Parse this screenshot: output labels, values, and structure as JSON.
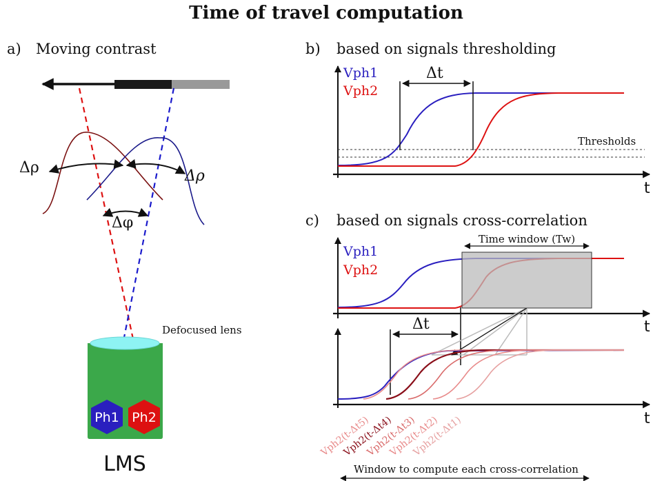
{
  "title": "Time of travel computation",
  "panel_a": {
    "label": "a)",
    "title": "Moving contrast",
    "delta_rho_left": "Δρ",
    "delta_rho_right": "Δρ",
    "delta_phi": "Δφ",
    "lens_label": "Defocused lens",
    "ph1": "Ph1",
    "ph2": "Ph2",
    "device": "LMS"
  },
  "panel_b": {
    "label": "b)",
    "title": "based on signals thresholding",
    "vph1": "Vph1",
    "vph2": "Vph2",
    "delta_t": "Δt",
    "thresholds": "Thresholds",
    "t_axis": "t"
  },
  "panel_c": {
    "label": "c)",
    "title": "based on signals cross-correlation",
    "vph1": "Vph1",
    "vph2": "Vph2",
    "time_window": "Time window (Tw)",
    "delta_t": "Δt",
    "t_axis_top": "t",
    "t_axis_bottom": "t",
    "lags": [
      "Vph2(t-Δt5)",
      "Vph2(t-Δt4)",
      "Vph2(t-Δt3)",
      "Vph2(t-Δt2)",
      "Vph2(t-Δt1)"
    ],
    "window_caption": "Window to compute each cross-correlation"
  },
  "colors": {
    "blue": "#2a1fbf",
    "red": "#dd1111",
    "dark_red": "#7a1010",
    "navy": "#1a1a8a",
    "green": "#3ba84a",
    "cyan": "#8ef3f3"
  }
}
